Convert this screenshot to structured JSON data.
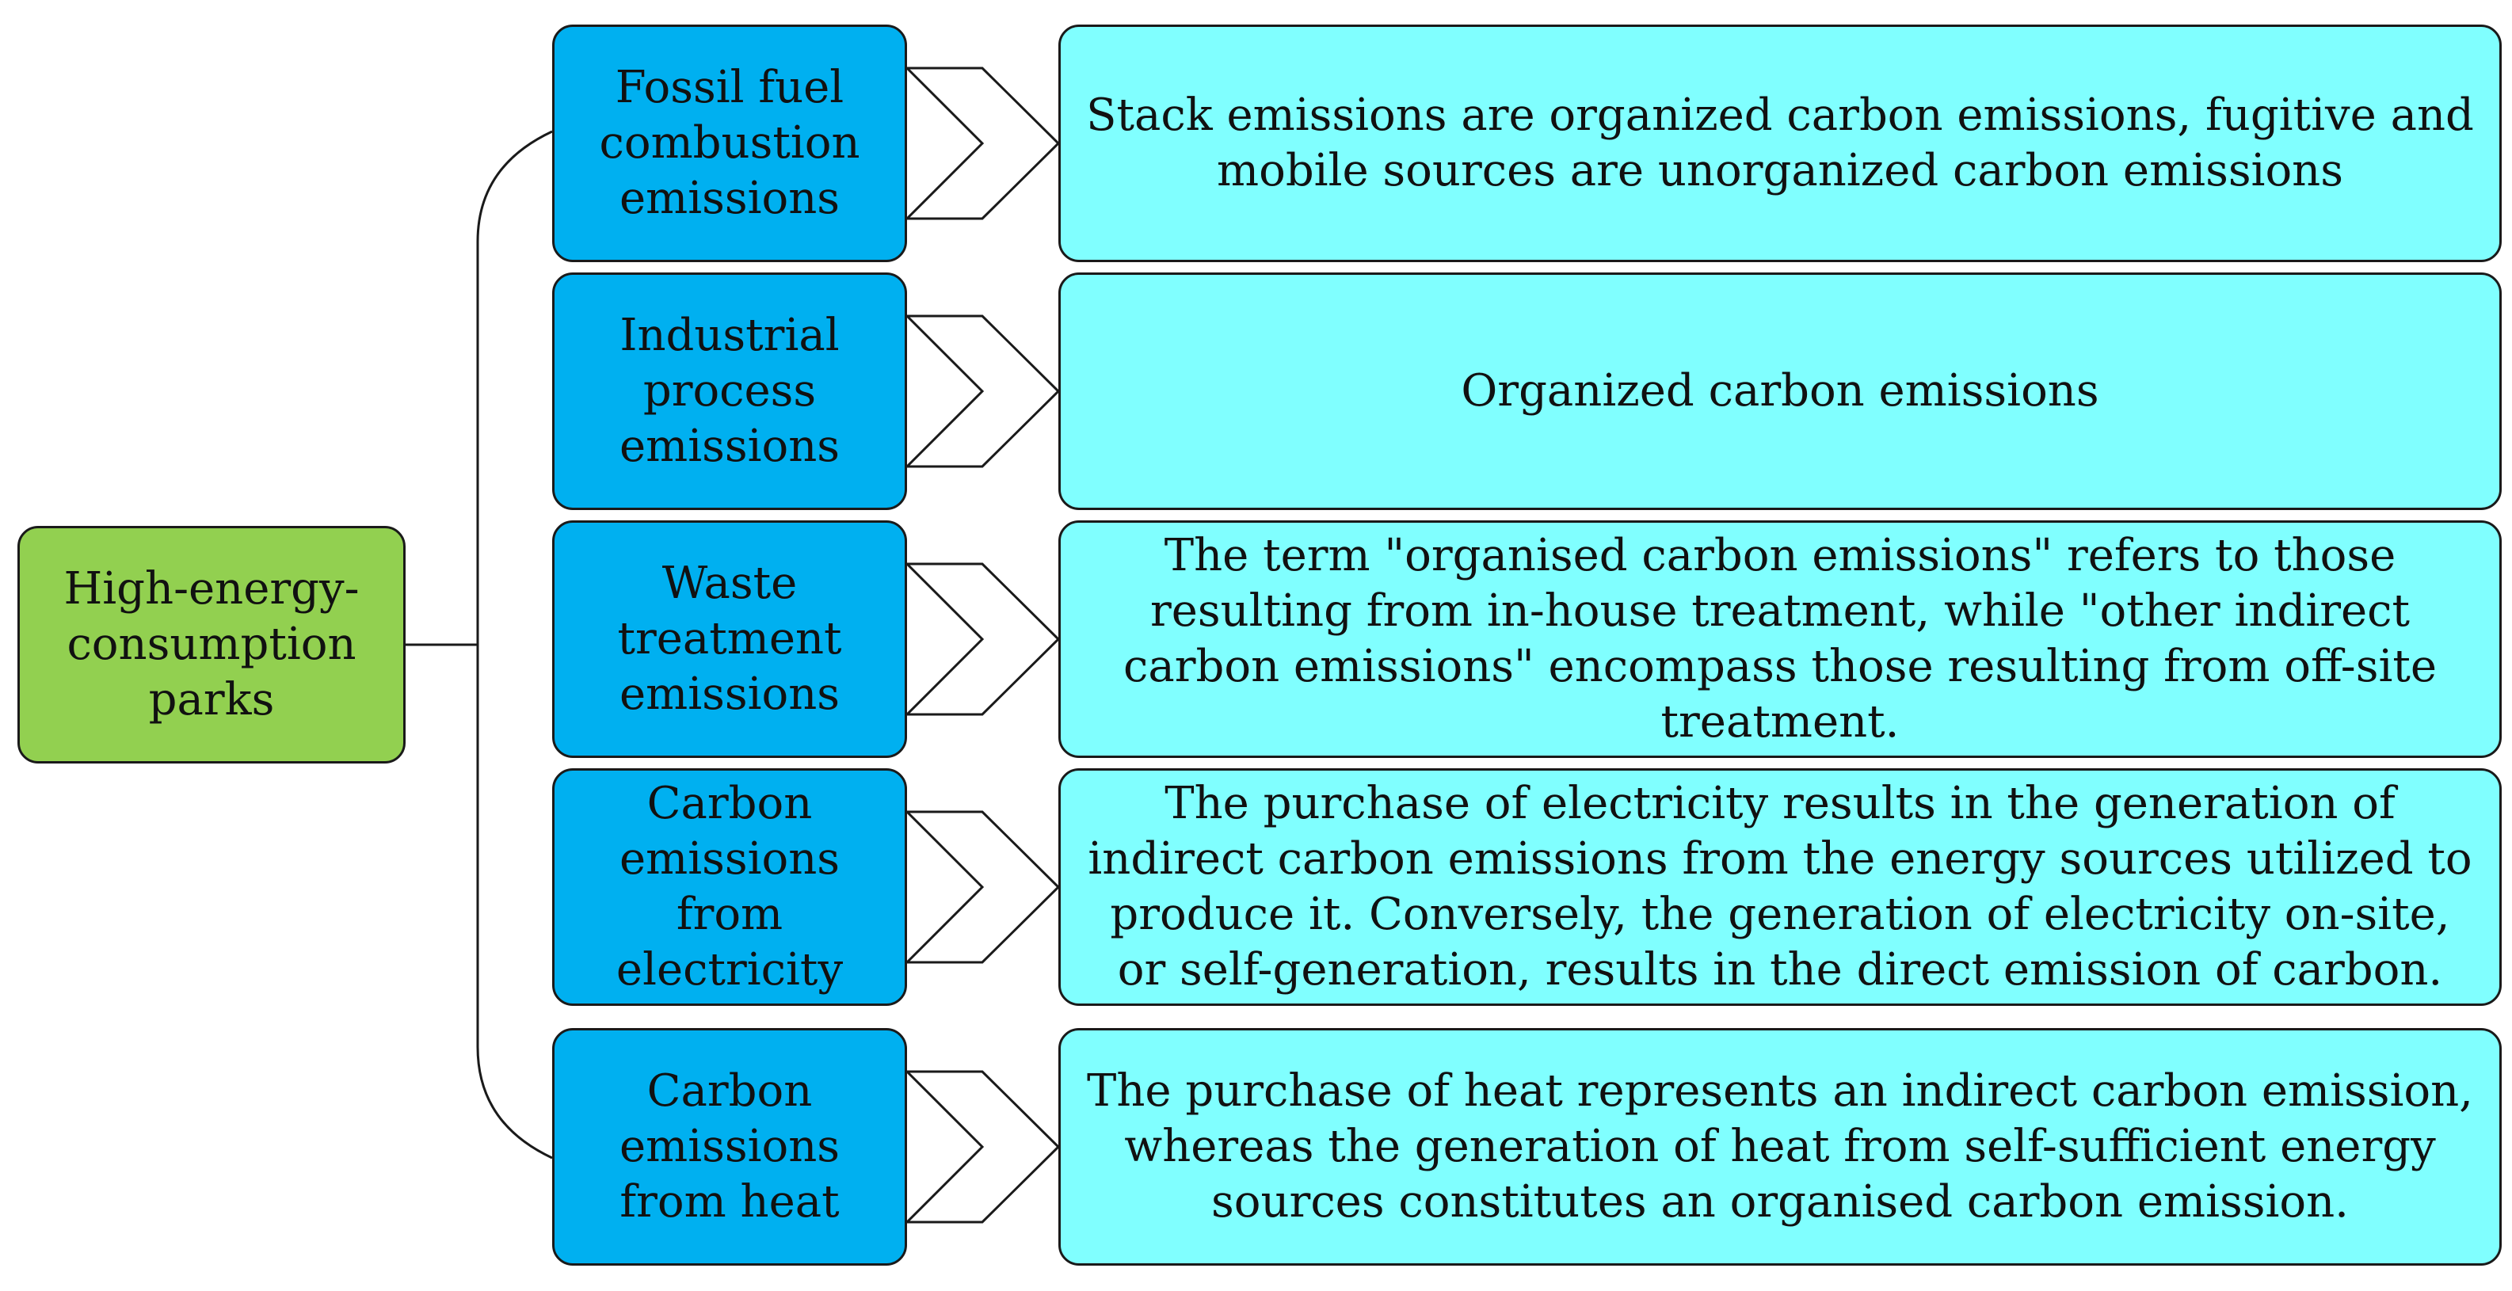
{
  "root": {
    "label": "High-energy-\nconsumption\nparks",
    "color": "#92d050"
  },
  "colors": {
    "category_fill": "#00b0f0",
    "description_fill": "#80ffff",
    "outline": "#1a1a1a"
  },
  "branches": [
    {
      "category": "Fossil fuel\ncombustion\nemissions",
      "description": "Stack emissions are organized carbon emissions, fugitive and mobile sources are unorganized carbon emissions"
    },
    {
      "category": "Industrial\nprocess\nemissions",
      "description": "Organized carbon emissions"
    },
    {
      "category": "Waste\ntreatment\nemissions",
      "description": "The term \"organised carbon emissions\" refers to those resulting from in-house treatment, while \"other indirect carbon emissions\" encompass those resulting from off-site treatment."
    },
    {
      "category": "Carbon\nemissions\nfrom\nelectricity",
      "description": "The purchase of electricity results in the generation of indirect carbon emissions from the energy sources utilized to produce it. Conversely, the generation of electricity on-site, or self-generation, results in the direct emission of carbon."
    },
    {
      "category": "Carbon\nemissions\nfrom heat",
      "description": "The purchase of heat represents an indirect carbon emission, whereas the generation of heat from self-sufficient energy sources constitutes an organised carbon emission."
    }
  ]
}
